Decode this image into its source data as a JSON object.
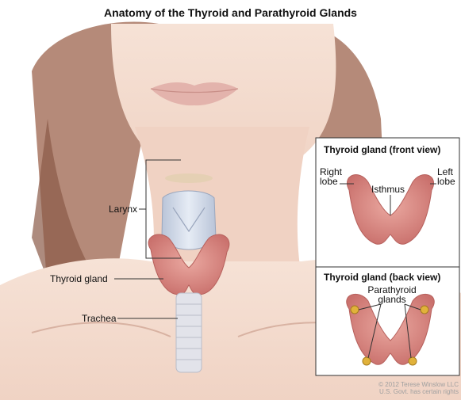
{
  "title": "Anatomy of the Thyroid and Parathyroid Glands",
  "labels": {
    "larynx": "Larynx",
    "thyroid_gland": "Thyroid gland",
    "trachea": "Trachea"
  },
  "front_view": {
    "heading": "Thyroid gland (front view)",
    "right_lobe_line1": "Right",
    "right_lobe_line2": "lobe",
    "isthmus": "Isthmus",
    "left_lobe_line1": "Left",
    "left_lobe_line2": "lobe"
  },
  "back_view": {
    "heading": "Thyroid gland (back view)",
    "parathyroid_line1": "Parathyroid",
    "parathyroid_line2": "glands"
  },
  "copyright": {
    "line1": "© 2012 Terese Winslow LLC",
    "line2": "U.S. Govt. has certain rights"
  },
  "colors": {
    "skin": "#f3d9cb",
    "hair": "#9a6a55",
    "thyroid": "#d98c86",
    "cartilage": "#c9d3e3",
    "parathyroid": "#e1b23a",
    "inset_border": "#333333"
  }
}
